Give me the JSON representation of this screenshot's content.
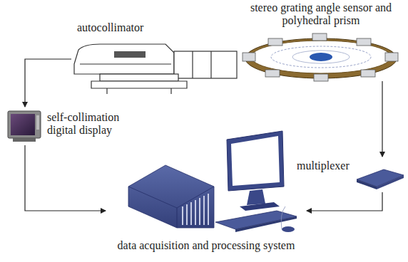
{
  "diagram": {
    "nodes": [
      {
        "text": [
          "autocollimator"
        ]
      },
      {
        "text": [
          "stereo grating angle sensor and polyhedral prism"
        ]
      },
      {
        "text": [
          "self-collimation digital display"
        ]
      },
      {
        "text": [
          "multiplexer"
        ]
      },
      {
        "text": [
          "data acquisition and processing system"
        ]
      }
    ],
    "edges": [
      {
        "from": 0,
        "to": 2,
        "arrow": "to"
      },
      {
        "from": 1,
        "to": 3,
        "arrow": "to"
      },
      {
        "from": 2,
        "to": 4,
        "arrow": "to"
      },
      {
        "from": 3,
        "to": 4,
        "arrow": "to"
      }
    ]
  }
}
